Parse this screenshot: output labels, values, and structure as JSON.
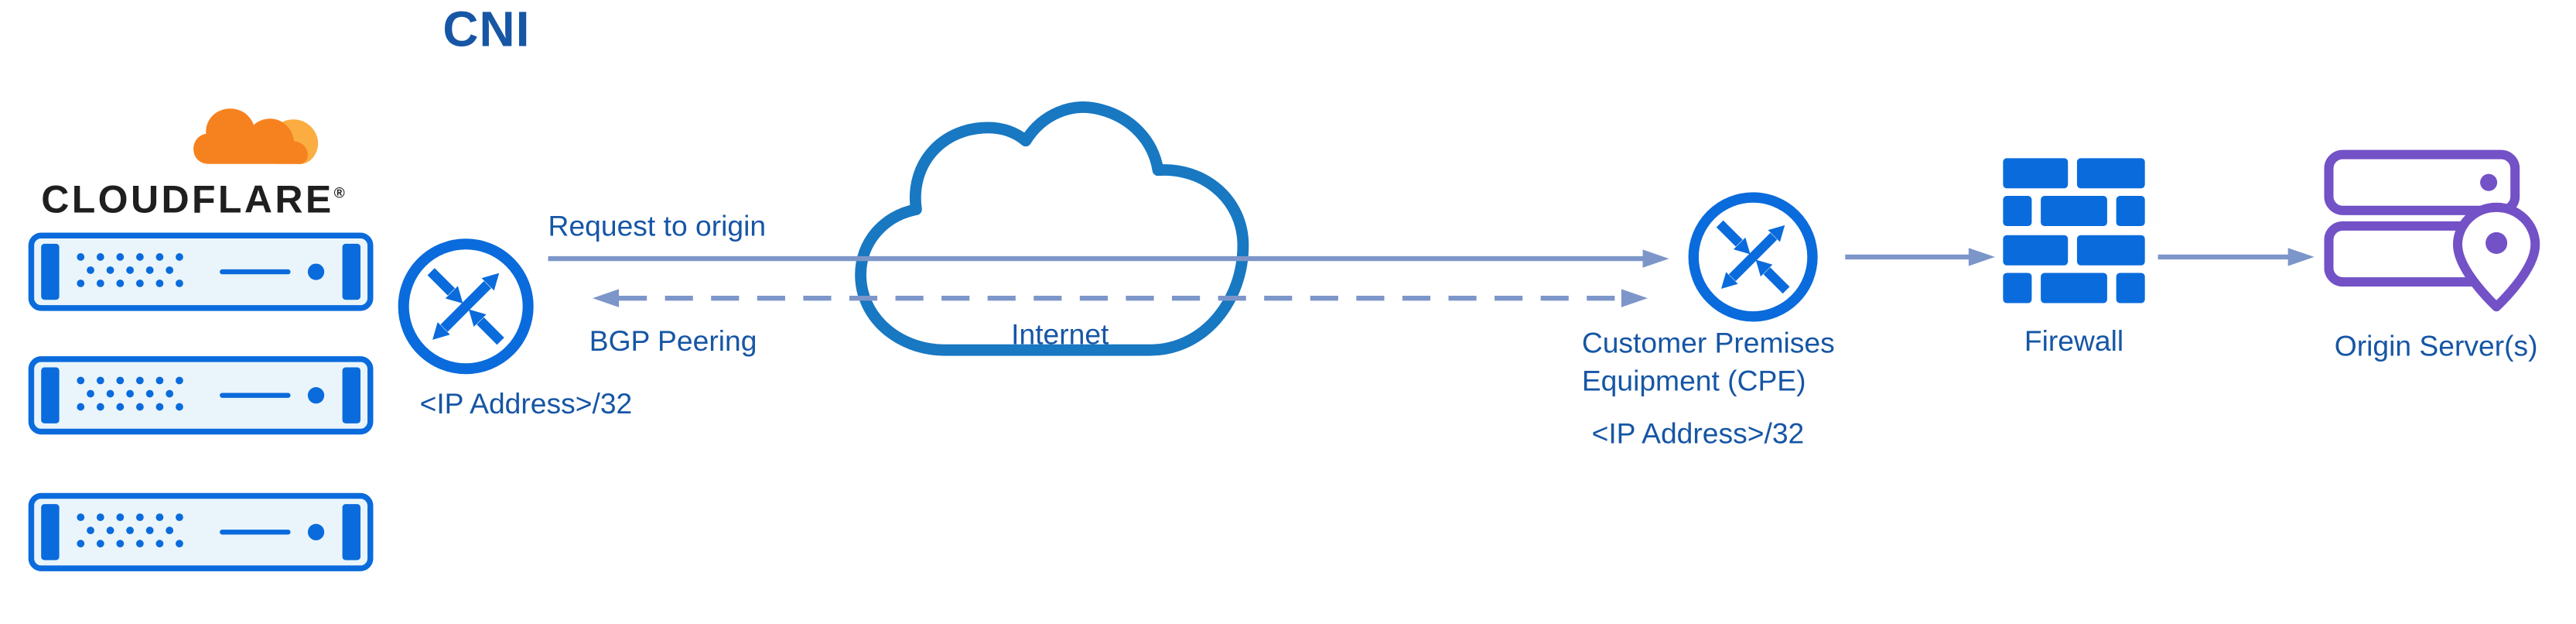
{
  "title": "CNI",
  "logo": {
    "wordmark": "CLOUDFLARE",
    "registered": "®"
  },
  "edge_router": {
    "ip_label": "<IP Address>/32"
  },
  "flows": {
    "request": "Request to origin",
    "bgp": "BGP Peering"
  },
  "internet": {
    "label": "Internet"
  },
  "cpe": {
    "name_line1": "Customer Premises",
    "name_line2": "Equipment (CPE)",
    "ip_label": "<IP Address>/32"
  },
  "firewall": {
    "label": "Firewall"
  },
  "origin": {
    "label": "Origin Server(s)"
  },
  "colors": {
    "icon_blue": "#0A6BDC",
    "cloud_blue": "#1878C2",
    "text_blue": "#1656A5",
    "arrow_blue": "#7D96C9",
    "server_fill": "#E9F5FB",
    "origin_purple": "#7351C6",
    "cf_orange": "#F6821F",
    "cf_orange_light": "#FBAD41",
    "wordmark_dark": "#1F1F1F"
  }
}
